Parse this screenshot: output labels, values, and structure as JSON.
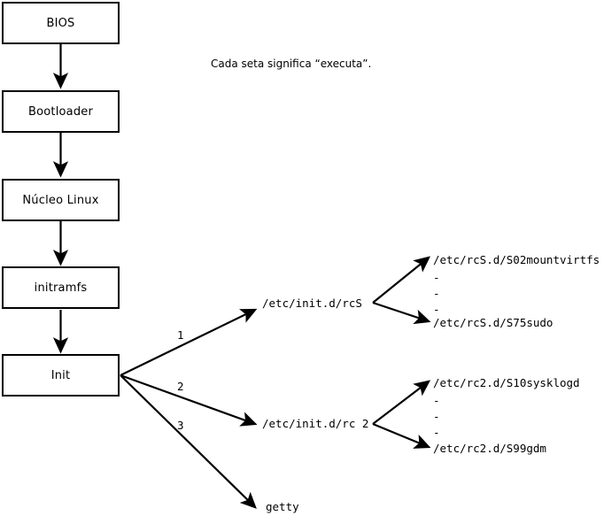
{
  "diagram": {
    "caption": "Cada seta significa “executa”.",
    "boot_chain": [
      {
        "label": "BIOS"
      },
      {
        "label": "Bootloader"
      },
      {
        "label": "Núcleo Linux"
      },
      {
        "label": "initramfs"
      },
      {
        "label": "Init"
      }
    ],
    "branch_numbers": [
      "1",
      "2",
      "3"
    ],
    "init_targets": [
      {
        "label": "/etc/init.d/rcS"
      },
      {
        "label": "/etc/init.d/rc 2"
      },
      {
        "label": "getty"
      }
    ],
    "rcs_scripts": {
      "first": "/etc/rcS.d/S02mountvirtfs",
      "ellipsis": [
        "-",
        "-",
        "-"
      ],
      "last": "/etc/rcS.d/S75sudo"
    },
    "rc2_scripts": {
      "first": "/etc/rc2.d/S10sysklogd",
      "ellipsis": [
        "-",
        "-",
        "-"
      ],
      "last": "/etc/rc2.d/S99gdm"
    },
    "colors": {
      "stroke": "#000000",
      "background": "#ffffff",
      "text": "#000000"
    }
  }
}
